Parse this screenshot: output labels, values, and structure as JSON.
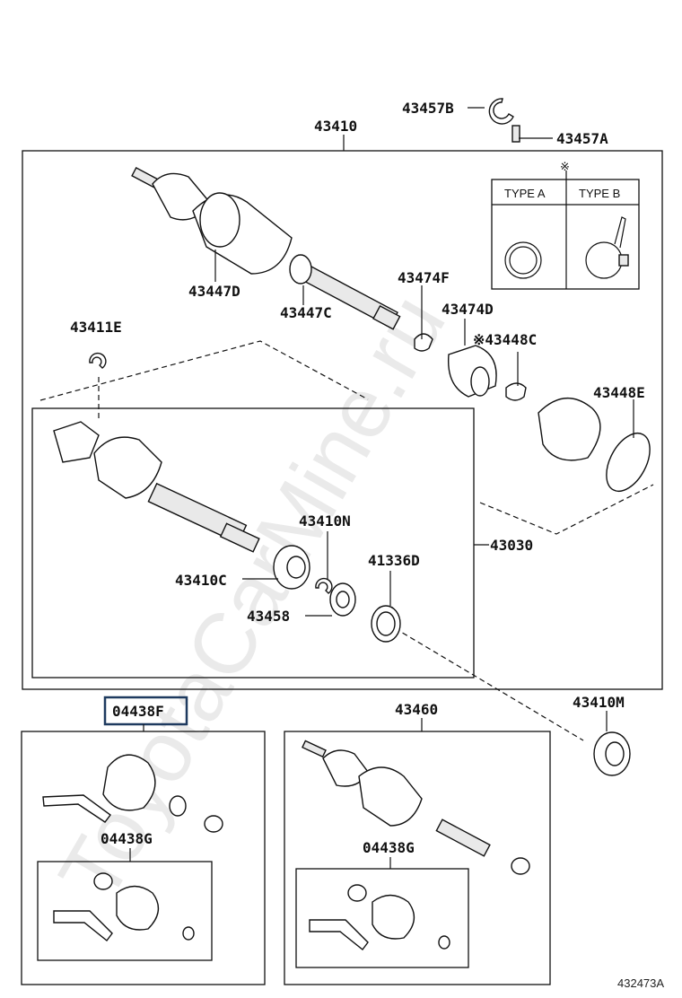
{
  "watermark": "ToyotaCarMine.ru",
  "figure_number": "432473A",
  "callouts": {
    "p43457B": "43457B",
    "p43457A": "43457A",
    "p43410": "43410",
    "p43447D": "43447D",
    "p43447C": "43447C",
    "p43474F": "43474F",
    "p43474D": "43474D",
    "p43448C": "※43448C",
    "p43448E": "43448E",
    "p43411E": "43411E",
    "p43410N": "43410N",
    "p41336D": "41336D",
    "p43030": "43030",
    "p43410C": "43410C",
    "p43458": "43458",
    "p43410M": "43410M",
    "p04438F": "04438F",
    "p43460": "43460",
    "p04438G_left": "04438G",
    "p04438G_right": "04438G"
  },
  "type_table": {
    "mark": "※",
    "type_a": "TYPE A",
    "type_b": "TYPE B"
  },
  "highlighted_part": "04438F"
}
